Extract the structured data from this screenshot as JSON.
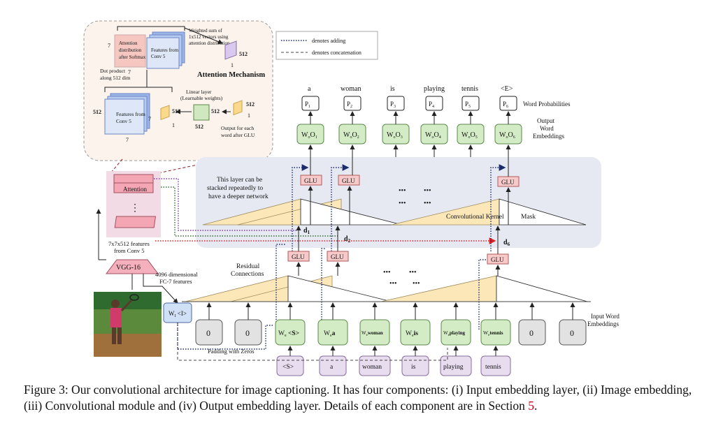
{
  "legend": {
    "adding": "denotes adding",
    "concat": "denotes concatenation"
  },
  "attention_box": {
    "title": "Attention Mechanism",
    "attn_dist": [
      "Attention",
      "distribution",
      "after Softmax"
    ],
    "features_small": [
      "Features from",
      "Conv 5"
    ],
    "weighted_sum": [
      "Weighted sum  of",
      "1x512 vectors using",
      "attention distribution"
    ],
    "dot_product": [
      "Dot product",
      "along 512 dim"
    ],
    "linear_layer": [
      "Linear layer",
      "(Learnable weights)"
    ],
    "features_big": [
      "Features from",
      "Conv 5"
    ],
    "output_glu": [
      "Output for each",
      "word after GLU"
    ],
    "dims": {
      "seven": "7",
      "five12": "512",
      "one": "1"
    }
  },
  "left": {
    "attention_label": "Attention",
    "vertical_dots": "⋮",
    "conv5_features": [
      "7x7x512 features",
      "from Conv 5"
    ],
    "vgg": "VGG-16",
    "fc7": [
      "4096 dimensional",
      "FC-7 features"
    ],
    "wi": "W",
    "wi_sub": "I",
    "wi_suffix": " <I>"
  },
  "output_words": [
    "a",
    "woman",
    "is",
    "playing",
    "tennis",
    "<E>"
  ],
  "probabilities": [
    "1",
    "2",
    "3",
    "4",
    "5",
    "6"
  ],
  "word_prob_label": "Word Probabilities",
  "output_emb_label": [
    "Output",
    "Word",
    "Embeddings"
  ],
  "upper_layer": {
    "note": [
      "This layer can be",
      "stacked repeatedly to",
      "have a deeper network"
    ],
    "glu": "GLU",
    "kernel": "Convolutional Kernel",
    "mask": "Mask",
    "dots": "•••"
  },
  "d_labels": [
    "d",
    "d",
    "d"
  ],
  "d_subs": [
    "1",
    "2",
    "6"
  ],
  "residual": [
    "Residual",
    "Connections"
  ],
  "input_emb_label": [
    "Input Word",
    "Embeddings"
  ],
  "padding": "Padding with Zeros",
  "zero": "0",
  "input_emb_words": [
    "<S>",
    "a",
    "woman",
    "is",
    "playing",
    "tennis"
  ],
  "input_tokens": [
    "<S>",
    "a",
    "woman",
    "is",
    "playing",
    "tennis"
  ],
  "caption": {
    "text": "Figure 3: Our convolutional architecture for image captioning. It has four components: (i) Input embedding layer, (ii) Image embedding, (iii) Convolutional module and (iv) Output embedding layer. Details of each component are in Section ",
    "ref": "5",
    "end": "."
  },
  "colors": {
    "green": "#d4ecc6",
    "purple": "#e8dcef",
    "glu": "#f7c9c9",
    "kernel": "#fbe7b8",
    "panel": "#e6e9f2",
    "red_dotted": "#e02020",
    "navy_dotted": "#1a2a6c",
    "purple_dotted": "#7a3aa8",
    "green_dotted": "#2e6b2e"
  }
}
